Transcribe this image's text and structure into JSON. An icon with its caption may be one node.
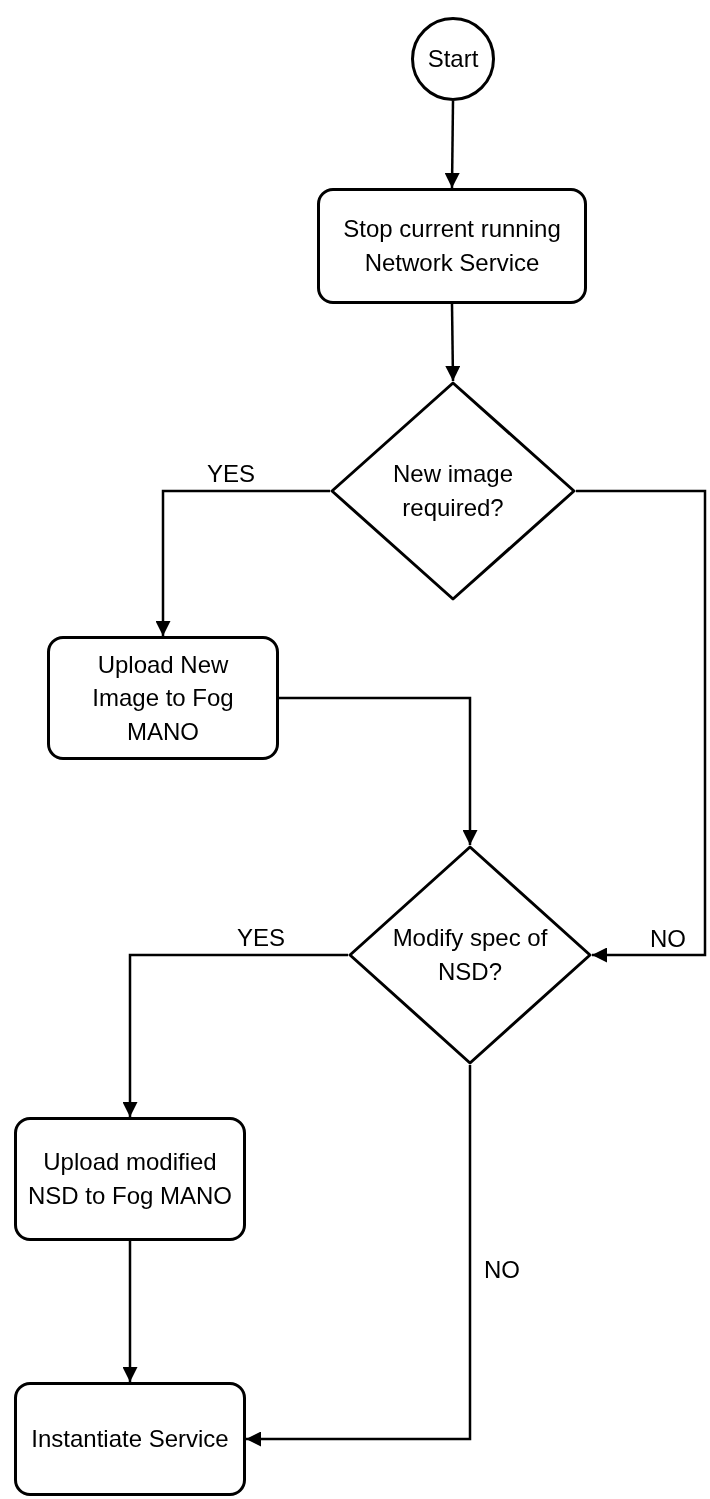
{
  "diagram": {
    "nodes": [
      {
        "text": [
          "Start"
        ]
      },
      {
        "text": [
          "Stop current running Network Service"
        ]
      },
      {
        "text": [
          "New image required?"
        ]
      },
      {
        "text": [
          "Upload New Image to Fog MANO"
        ]
      },
      {
        "text": [
          "Modify spec of NSD?"
        ]
      },
      {
        "text": [
          "Upload modified NSD to Fog MANO"
        ]
      },
      {
        "text": [
          "Instantiate Service"
        ]
      }
    ],
    "edges": [
      {
        "from": 0,
        "to": 1,
        "arrow": "to"
      },
      {
        "from": 1,
        "to": 2,
        "arrow": "to"
      },
      {
        "from": 2,
        "to": 3,
        "arrow": "to",
        "label": "YES"
      },
      {
        "from": 2,
        "to": 4,
        "arrow": "to",
        "label": "NO"
      },
      {
        "from": 3,
        "to": 4,
        "arrow": "to"
      },
      {
        "from": 4,
        "to": 5,
        "arrow": "to",
        "label": "YES"
      },
      {
        "from": 4,
        "to": 6,
        "arrow": "to",
        "label": "NO"
      },
      {
        "from": 5,
        "to": 6,
        "arrow": "to"
      }
    ]
  }
}
